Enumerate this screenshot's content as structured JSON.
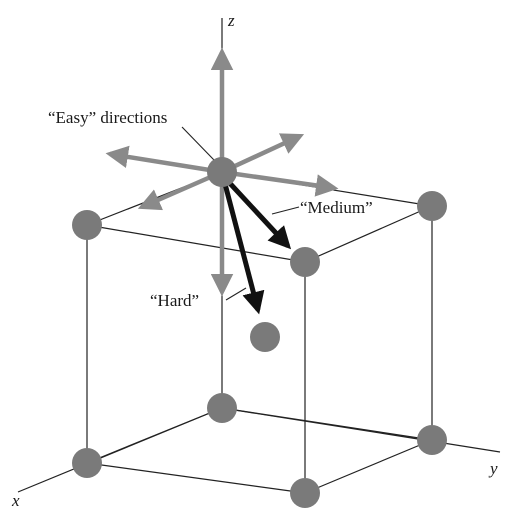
{
  "axes": {
    "x": "x",
    "y": "y",
    "z": "z"
  },
  "annotations": {
    "easy": "“Easy” directions",
    "medium": "“Medium”",
    "hard": "“Hard”"
  },
  "colors": {
    "atom": "#7a7a7a",
    "arrow_gray": "#8a8a8a",
    "arrow_black": "#111111",
    "line": "#222222"
  }
}
